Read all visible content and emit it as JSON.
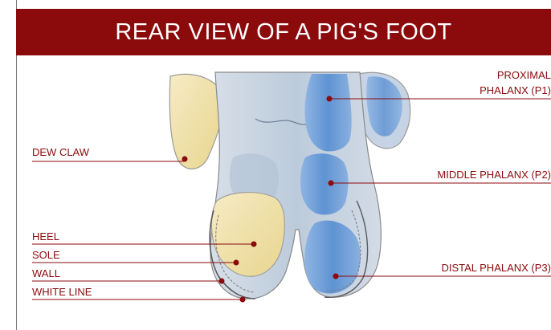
{
  "title": "REAR VIEW OF A PIG'S FOOT",
  "labels": {
    "dew_claw": "DEW CLAW",
    "heel": "HEEL",
    "sole": "SOLE",
    "wall": "WALL",
    "white_line": "WHITE LINE",
    "proximal_line1": "PROXIMAL",
    "proximal_line2": "PHALANX (P1)",
    "middle_phalanx": "MIDDLE PHALANX (P2)",
    "distal_phalanx": "DISTAL PHALANX (P3)"
  },
  "colors": {
    "banner": "#8b0a0c",
    "leader": "#8b0a0c",
    "bone": "#6f9fd8",
    "horn": "#f3e3a6",
    "skin": "#c9d4e0"
  }
}
